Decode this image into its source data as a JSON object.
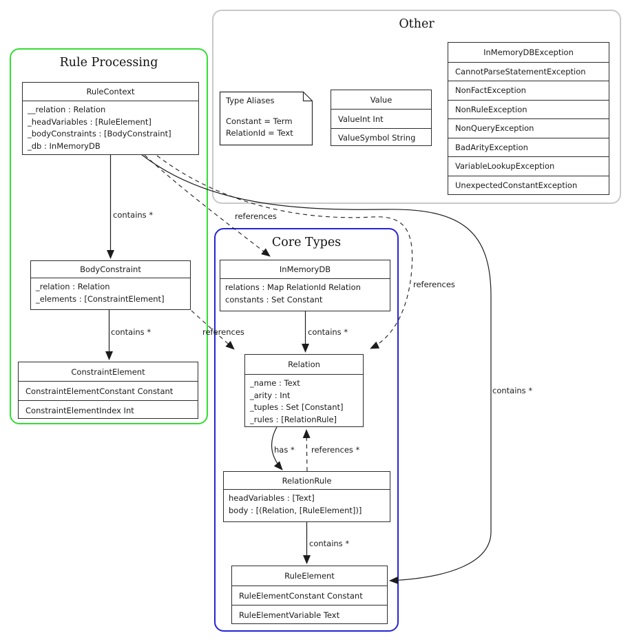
{
  "groups": {
    "rule_processing": {
      "title": "Rule Processing",
      "border_color": "#33dd33"
    },
    "other": {
      "title": "Other",
      "border_color": "#c8c8c8"
    },
    "core_types": {
      "title": "Core Types",
      "border_color": "#2424d6"
    }
  },
  "boxes": {
    "rule_context": {
      "title": "RuleContext",
      "lines": [
        "__relation : Relation",
        "_headVariables : [RuleElement]",
        "_bodyConstraints : [BodyConstraint]",
        "_db : InMemoryDB"
      ]
    },
    "body_constraint": {
      "title": "BodyConstraint",
      "lines": [
        "_relation : Relation",
        "_elements : [ConstraintElement]"
      ]
    },
    "constraint_element": {
      "title": "ConstraintElement",
      "rows": [
        "ConstraintElementConstant Constant",
        "ConstraintElementIndex Int"
      ]
    },
    "in_memory_db": {
      "title": "InMemoryDB",
      "lines": [
        "relations : Map RelationId Relation",
        "constants : Set Constant"
      ]
    },
    "relation": {
      "title": "Relation",
      "lines": [
        "_name : Text",
        "_arity : Int",
        "_tuples : Set [Constant]",
        "_rules : [RelationRule]"
      ]
    },
    "relation_rule": {
      "title": "RelationRule",
      "lines": [
        "headVariables : [Text]",
        "body : [(Relation, [RuleElement])]"
      ]
    },
    "rule_element": {
      "title": "RuleElement",
      "rows": [
        "RuleElementConstant Constant",
        "RuleElementVariable Text"
      ]
    },
    "value": {
      "title": "Value",
      "rows": [
        "ValueInt Int",
        "ValueSymbol String"
      ]
    },
    "exceptions": {
      "title": "InMemoryDBException",
      "rows": [
        "CannotParseStatementException",
        "NonFactException",
        "NonRuleException",
        "NonQueryException",
        "BadArityException",
        "VariableLookupException",
        "UnexpectedConstantException"
      ]
    }
  },
  "note": {
    "title": "Type Aliases",
    "lines": [
      "Constant = Term",
      "RelationId = Text"
    ]
  },
  "edges": {
    "rc_contains_bc": {
      "label": "contains *"
    },
    "bc_contains_ce": {
      "label": "contains *"
    },
    "imdb_contains_rel": {
      "label": "contains *"
    },
    "rr_contains_re": {
      "label": "contains *"
    },
    "rc_contains_re": {
      "label": "contains *"
    },
    "rel_has_rr": {
      "label": "has *"
    },
    "rr_references_rel": {
      "label": "references *"
    },
    "rc_references_imdb": {
      "label": "references"
    },
    "rc_references_rel": {
      "label": "references"
    },
    "bc_references_rel": {
      "label": "references"
    }
  }
}
